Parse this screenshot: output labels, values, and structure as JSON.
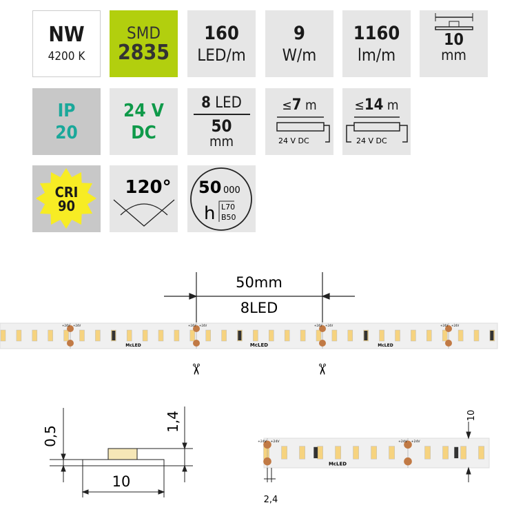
{
  "badges": {
    "color_temp": {
      "code": "NW",
      "kelvin": "4200 K"
    },
    "chip": {
      "type": "SMD",
      "model": "2835"
    },
    "density": {
      "value": "160",
      "unit": "LED/m"
    },
    "power": {
      "value": "9",
      "unit": "W/m"
    },
    "flux": {
      "value": "1160",
      "unit": "lm/m"
    },
    "width": {
      "value": "10",
      "unit": "mm"
    },
    "ip": {
      "label": "IP",
      "value": "20"
    },
    "voltage": {
      "value": "24 V",
      "type": "DC"
    },
    "segment": {
      "leds": "8",
      "led_label": "LED",
      "length": "50",
      "unit": "mm"
    },
    "single_feed": {
      "prefix": "≤",
      "value": "7",
      "unit": "m",
      "supply": "24 V DC"
    },
    "double_feed": {
      "prefix": "≤",
      "value": "14",
      "unit": "m",
      "supply": "24 V DC"
    },
    "cri": {
      "label": "CRI",
      "value": "90"
    },
    "angle": {
      "value": "120°"
    },
    "lifetime": {
      "value": "50",
      "suffix": "000",
      "unit": "h",
      "l": "L70",
      "b": "B50"
    }
  },
  "cut_diagram": {
    "length": "50mm",
    "leds": "8LED",
    "brand": "McLED",
    "plus": "+24V",
    "minus": "-"
  },
  "profile": {
    "thickness_base": "0,5",
    "thickness_total": "1,4",
    "width": "10"
  },
  "top_view": {
    "width": "10",
    "pad_offset": "2,4"
  },
  "colors": {
    "tile": "#e6e6e6",
    "dark_tile": "#c8c8c8",
    "smd_green": "#b2cf0e",
    "teal": "#1aa89a",
    "green": "#0f9a4a",
    "cri_yellow": "#f7ec24",
    "pad": "#c17a45",
    "led": "#f6d37f"
  }
}
